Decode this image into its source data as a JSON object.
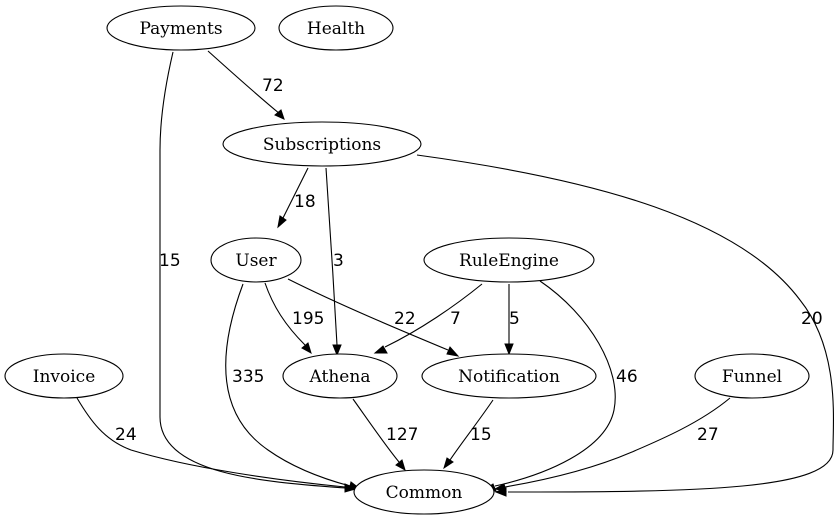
{
  "graph": {
    "nodes": [
      {
        "id": "payments",
        "label": "Payments"
      },
      {
        "id": "health",
        "label": "Health"
      },
      {
        "id": "subscriptions",
        "label": "Subscriptions"
      },
      {
        "id": "user",
        "label": "User"
      },
      {
        "id": "ruleengine",
        "label": "RuleEngine"
      },
      {
        "id": "invoice",
        "label": "Invoice"
      },
      {
        "id": "athena",
        "label": "Athena"
      },
      {
        "id": "notification",
        "label": "Notification"
      },
      {
        "id": "funnel",
        "label": "Funnel"
      },
      {
        "id": "common",
        "label": "Common"
      }
    ],
    "edges": [
      {
        "from": "payments",
        "to": "subscriptions",
        "label": "72"
      },
      {
        "from": "payments",
        "to": "common",
        "label": "15"
      },
      {
        "from": "subscriptions",
        "to": "user",
        "label": "18"
      },
      {
        "from": "subscriptions",
        "to": "athena",
        "label": "3"
      },
      {
        "from": "subscriptions",
        "to": "common",
        "label": "20"
      },
      {
        "from": "user",
        "to": "athena",
        "label": "195"
      },
      {
        "from": "user",
        "to": "notification",
        "label": "22"
      },
      {
        "from": "user",
        "to": "common",
        "label": "335"
      },
      {
        "from": "ruleengine",
        "to": "athena",
        "label": "7"
      },
      {
        "from": "ruleengine",
        "to": "notification",
        "label": "5"
      },
      {
        "from": "ruleengine",
        "to": "common",
        "label": "46"
      },
      {
        "from": "invoice",
        "to": "common",
        "label": "24"
      },
      {
        "from": "athena",
        "to": "common",
        "label": "127"
      },
      {
        "from": "notification",
        "to": "common",
        "label": "15"
      },
      {
        "from": "funnel",
        "to": "common",
        "label": "27"
      }
    ]
  }
}
